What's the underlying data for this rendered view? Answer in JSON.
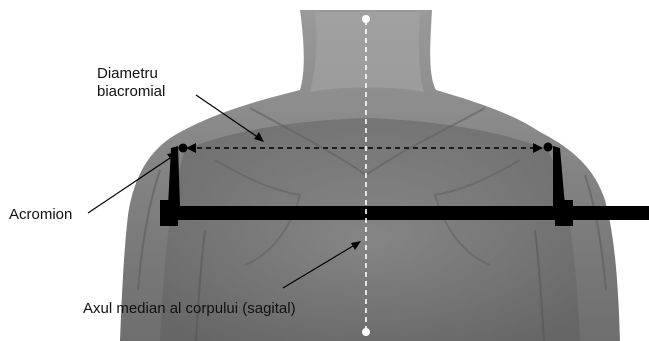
{
  "labels": {
    "diameter_line1": "Diametru",
    "diameter_line2": "biacromial",
    "acromion": "Acromion",
    "median_axis": "Axul median al corpului (sagital)"
  },
  "colors": {
    "background": "#ffffff",
    "skin_light": "#a9a9a9",
    "skin_mid": "#7f7f7f",
    "skin_dark": "#5a5a5a",
    "caliper": "#000000",
    "axis_line": "#ffffff",
    "label_text": "#111111"
  },
  "icons": {
    "caliper": "caliper-icon"
  }
}
